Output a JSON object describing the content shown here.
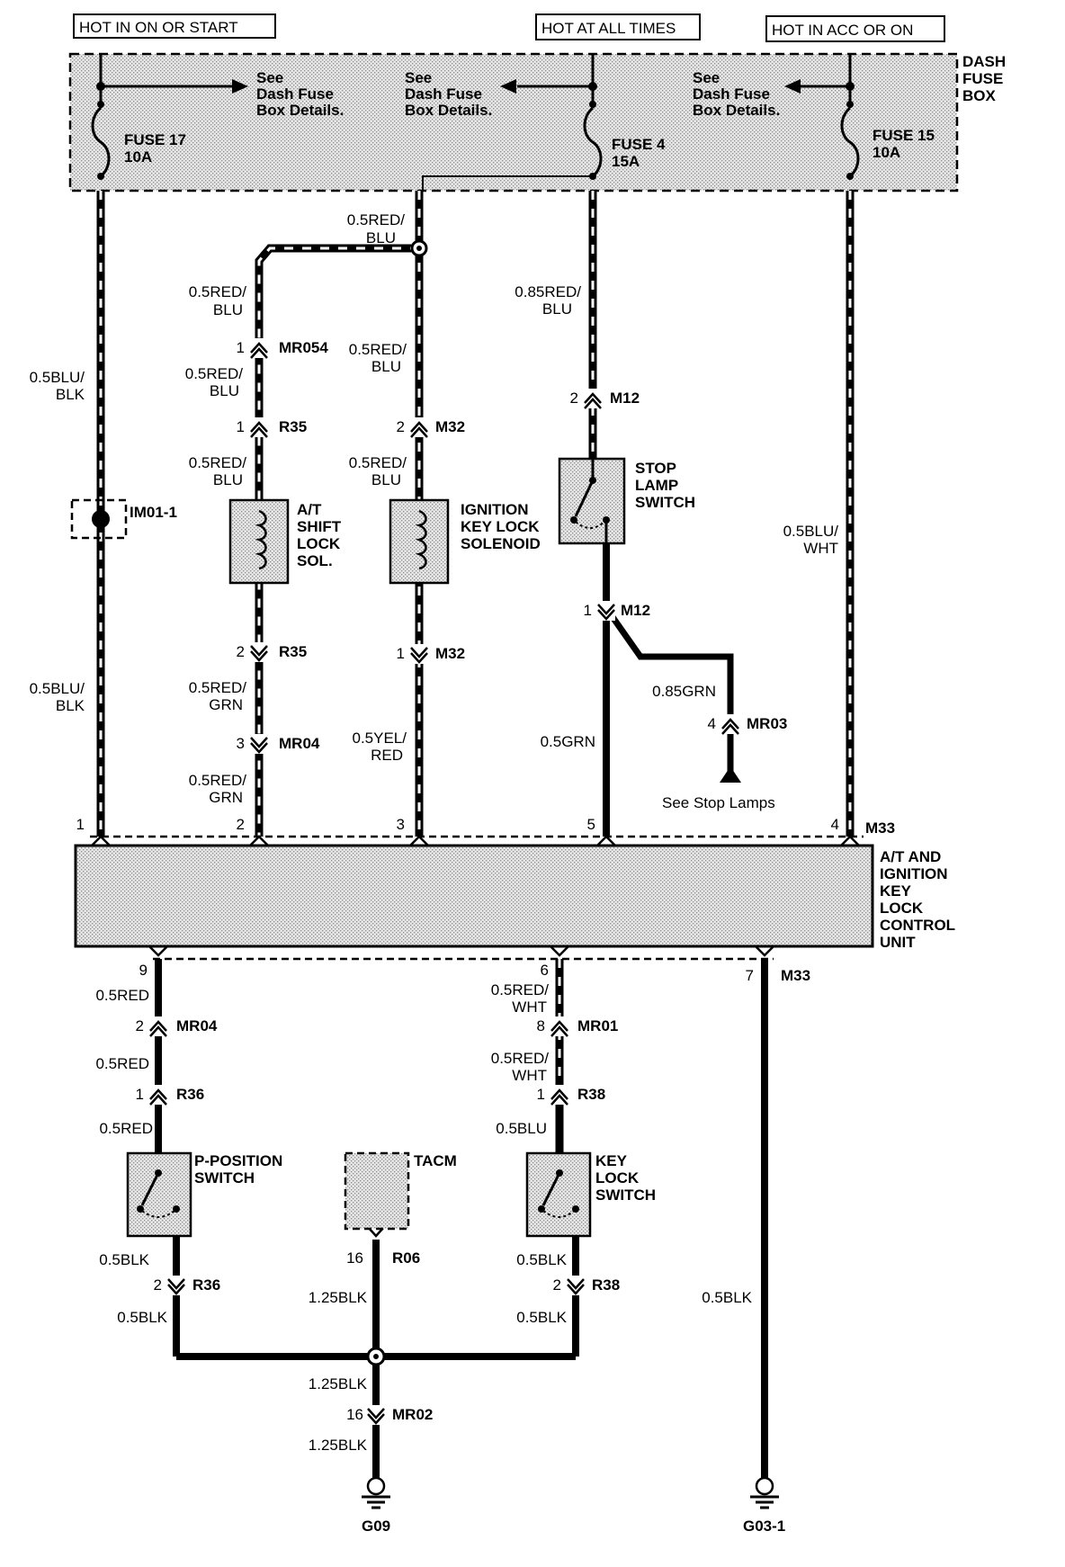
{
  "power_sources": {
    "hot_in_on_or_start": "HOT IN ON OR START",
    "hot_at_all_times": "HOT AT ALL TIMES",
    "hot_in_acc_or_on": "HOT IN ACC OR ON"
  },
  "fuse_box": {
    "title_line1": "DASH",
    "title_line2": "FUSE",
    "title_line3": "BOX",
    "see_line1": "See",
    "see_line2": "Dash Fuse",
    "see_line3": "Box Details.",
    "fuses": [
      {
        "name": "FUSE 17",
        "rating": "10A"
      },
      {
        "name": "FUSE 4",
        "rating": "15A"
      },
      {
        "name": "FUSE 15",
        "rating": "10A"
      }
    ]
  },
  "wires": {
    "blu_blk_top_1": "0.5BLU/",
    "blu_blk_top_2": "BLK",
    "blu_blk_bot_1": "0.5BLU/",
    "blu_blk_bot_2": "BLK",
    "red_blu": "0.5RED/",
    "blu": "BLU",
    "red_blu_085": "0.85RED/",
    "red_grn": "0.5RED/",
    "grn": "GRN",
    "yel_red_1": "0.5YEL/",
    "yel_red_2": "RED",
    "grn_05": "0.5GRN",
    "grn_085": "0.85GRN",
    "blu_wht_1": "0.5BLU/",
    "blu_wht_2": "WHT",
    "red_05": "0.5RED",
    "red_wht_1": "0.5RED/",
    "red_wht_2": "WHT",
    "blu_05": "0.5BLU",
    "blk_05": "0.5BLK",
    "blk_125": "1.25BLK"
  },
  "connectors": {
    "im01": "IM01-1",
    "mr054": "MR054",
    "r35": "R35",
    "m32": "M32",
    "m12": "M12",
    "mr04": "MR04",
    "mr03": "MR03",
    "m33": "M33",
    "mr01": "MR01",
    "r36": "R36",
    "r38": "R38",
    "r06": "R06",
    "mr02": "MR02"
  },
  "pins": {
    "p1": "1",
    "p2": "2",
    "p3": "3",
    "p4": "4",
    "p5": "5",
    "p6": "6",
    "p7": "7",
    "p8": "8",
    "p9": "9",
    "p16": "16"
  },
  "components": {
    "at_shift_lock": [
      "A/T",
      "SHIFT",
      "LOCK",
      "SOL."
    ],
    "ign_key_lock": [
      "IGNITION",
      "KEY LOCK",
      "SOLENOID"
    ],
    "stop_lamp_switch": [
      "STOP",
      "LAMP",
      "SWITCH"
    ],
    "control_unit": [
      "A/T AND",
      "IGNITION",
      "KEY",
      "LOCK",
      "CONTROL",
      "UNIT"
    ],
    "p_position_switch": [
      "P-POSITION",
      "SWITCH"
    ],
    "tacm": "TACM",
    "key_lock_switch": [
      "KEY",
      "LOCK",
      "SWITCH"
    ],
    "see_stop_lamps": "See Stop Lamps"
  },
  "grounds": {
    "g09": "G09",
    "g03": "G03-1"
  },
  "colors": {
    "ink": "#000000",
    "shade": "#d9d9d9"
  }
}
